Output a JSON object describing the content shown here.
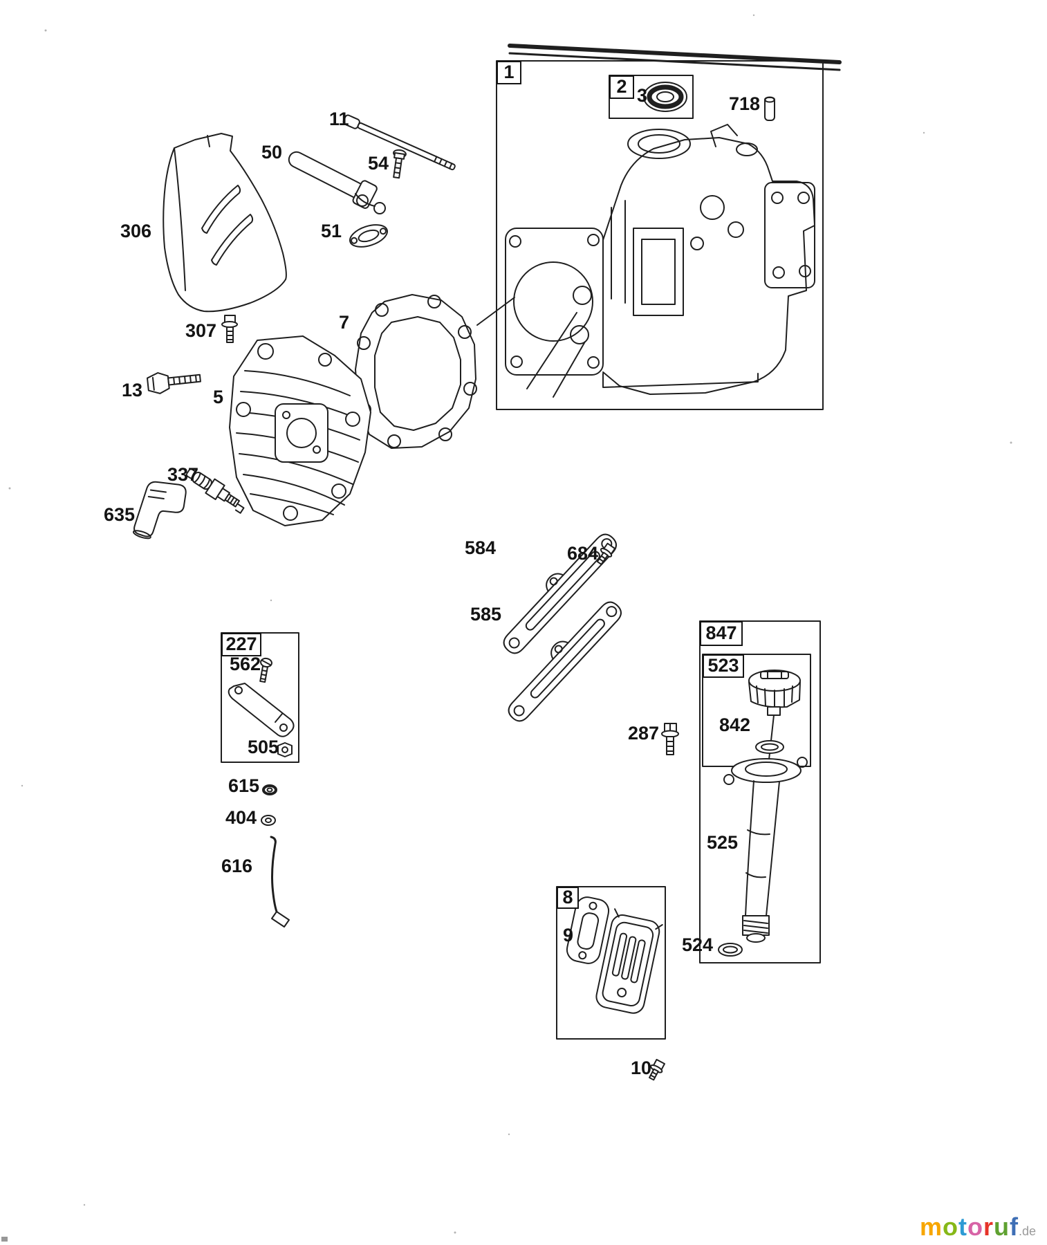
{
  "page": {
    "background": "#ffffff",
    "ink": "#1c1c1c"
  },
  "labels": [
    {
      "id": "1",
      "text": "1",
      "boxed": true
    },
    {
      "id": "2",
      "text": "2",
      "boxed": true
    },
    {
      "id": "3",
      "text": "3",
      "boxed": false
    },
    {
      "id": "718",
      "text": "718",
      "boxed": false
    },
    {
      "id": "11",
      "text": "11",
      "boxed": false
    },
    {
      "id": "50",
      "text": "50",
      "boxed": false
    },
    {
      "id": "54",
      "text": "54",
      "boxed": false
    },
    {
      "id": "51",
      "text": "51",
      "boxed": false
    },
    {
      "id": "306",
      "text": "306",
      "boxed": false
    },
    {
      "id": "307",
      "text": "307",
      "boxed": false
    },
    {
      "id": "7",
      "text": "7",
      "boxed": false
    },
    {
      "id": "13",
      "text": "13",
      "boxed": false
    },
    {
      "id": "5",
      "text": "5",
      "boxed": false
    },
    {
      "id": "337",
      "text": "337",
      "boxed": false
    },
    {
      "id": "635",
      "text": "635",
      "boxed": false
    },
    {
      "id": "584",
      "text": "584",
      "boxed": false
    },
    {
      "id": "684",
      "text": "684",
      "boxed": false
    },
    {
      "id": "585",
      "text": "585",
      "boxed": false
    },
    {
      "id": "847",
      "text": "847",
      "boxed": true
    },
    {
      "id": "523",
      "text": "523",
      "boxed": true
    },
    {
      "id": "842",
      "text": "842",
      "boxed": false
    },
    {
      "id": "287",
      "text": "287",
      "boxed": false
    },
    {
      "id": "227",
      "text": "227",
      "boxed": true
    },
    {
      "id": "562",
      "text": "562",
      "boxed": false
    },
    {
      "id": "505",
      "text": "505",
      "boxed": false
    },
    {
      "id": "615",
      "text": "615",
      "boxed": false
    },
    {
      "id": "404",
      "text": "404",
      "boxed": false
    },
    {
      "id": "616",
      "text": "616",
      "boxed": false
    },
    {
      "id": "525",
      "text": "525",
      "boxed": false
    },
    {
      "id": "8",
      "text": "8",
      "boxed": true
    },
    {
      "id": "9",
      "text": "9",
      "boxed": false
    },
    {
      "id": "524",
      "text": "524",
      "boxed": false
    },
    {
      "id": "10",
      "text": "10",
      "boxed": false
    }
  ],
  "watermark": {
    "letters": [
      {
        "ch": "m",
        "color": "#F7A600"
      },
      {
        "ch": "o",
        "color": "#86B818"
      },
      {
        "ch": "t",
        "color": "#2D9BD4"
      },
      {
        "ch": "o",
        "color": "#D763A6"
      },
      {
        "ch": "r",
        "color": "#E63329"
      },
      {
        "ch": "u",
        "color": "#5FA131"
      },
      {
        "ch": "f",
        "color": "#3F6FB5"
      }
    ],
    "suffix": ".de",
    "suffix_color": "#9a9a9a"
  }
}
